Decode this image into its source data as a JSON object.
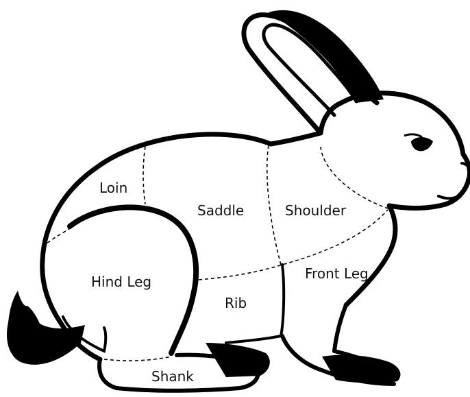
{
  "diagram": {
    "cuts": {
      "loin": "Loin",
      "saddle": "Saddle",
      "shoulder": "Shoulder",
      "hind_leg": "Hind Leg",
      "rib": "Rib",
      "front_leg": "Front Leg",
      "shank": "Shank"
    }
  },
  "colors": {
    "outline": "#000000",
    "background": "#ffffff"
  }
}
